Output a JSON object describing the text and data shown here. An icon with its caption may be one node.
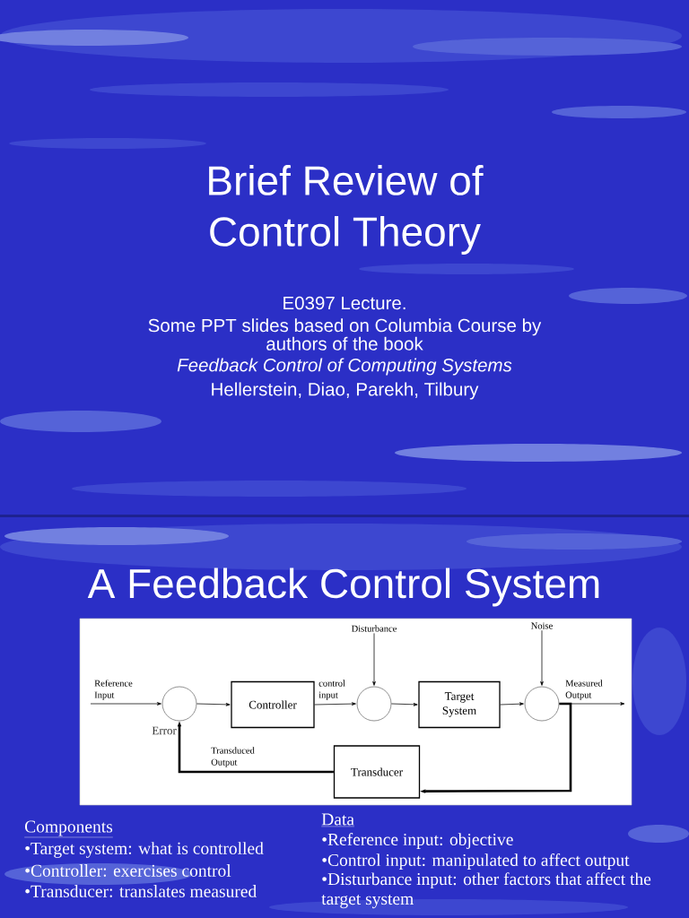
{
  "diagram": {
    "title": "A Feedback Control System",
    "nodes": [
      {
        "text": [
          "Disturbance"
        ]
      },
      {
        "text": [
          "Noise"
        ]
      },
      {
        "text": [],
        "shape": "circle",
        "beside": [
          "Error"
        ]
      },
      {
        "text": [
          "Controller"
        ]
      },
      {
        "text": [],
        "shape": "circle"
      },
      {
        "text": [
          "Target System"
        ]
      },
      {
        "text": [],
        "shape": "circle"
      },
      {
        "text": [
          "Transducer"
        ]
      }
    ],
    "edges": [
      {
        "from": null,
        "to": 2,
        "arrow": "to",
        "label": "Reference Input"
      },
      {
        "from": 2,
        "to": 3,
        "arrow": "to"
      },
      {
        "from": 3,
        "to": 4,
        "arrow": "to",
        "label": "control input"
      },
      {
        "from": 0,
        "to": 4,
        "arrow": "to"
      },
      {
        "from": 4,
        "to": 5,
        "arrow": "to"
      },
      {
        "from": 5,
        "to": 6,
        "arrow": "to"
      },
      {
        "from": 1,
        "to": 6,
        "arrow": "to"
      },
      {
        "from": 6,
        "to": null,
        "arrow": "to",
        "label": "Measured Output"
      },
      {
        "from": 6,
        "to": 7,
        "arrow": "to",
        "style": "thick"
      },
      {
        "from": 7,
        "to": 2,
        "arrow": "to",
        "style": "thick",
        "label": "Transduced Output"
      }
    ],
    "labels": [
      "Brief Review of Control Theory",
      "E0397 Lecture.",
      "Some PPT slides based on Columbia Course by authors of the book",
      "Feedback Control of Computing Systems",
      "Hellerstein, Diao, Parekh, Tilbury",
      "Components",
      "•Target system: what is controlled",
      "•Controller: exercises control",
      "•Transducer: translates measured",
      "Data",
      "•Reference input: objective",
      "•Control input: manipulated to affect output",
      "•Disturbance input: other factors that affect the target system"
    ]
  }
}
